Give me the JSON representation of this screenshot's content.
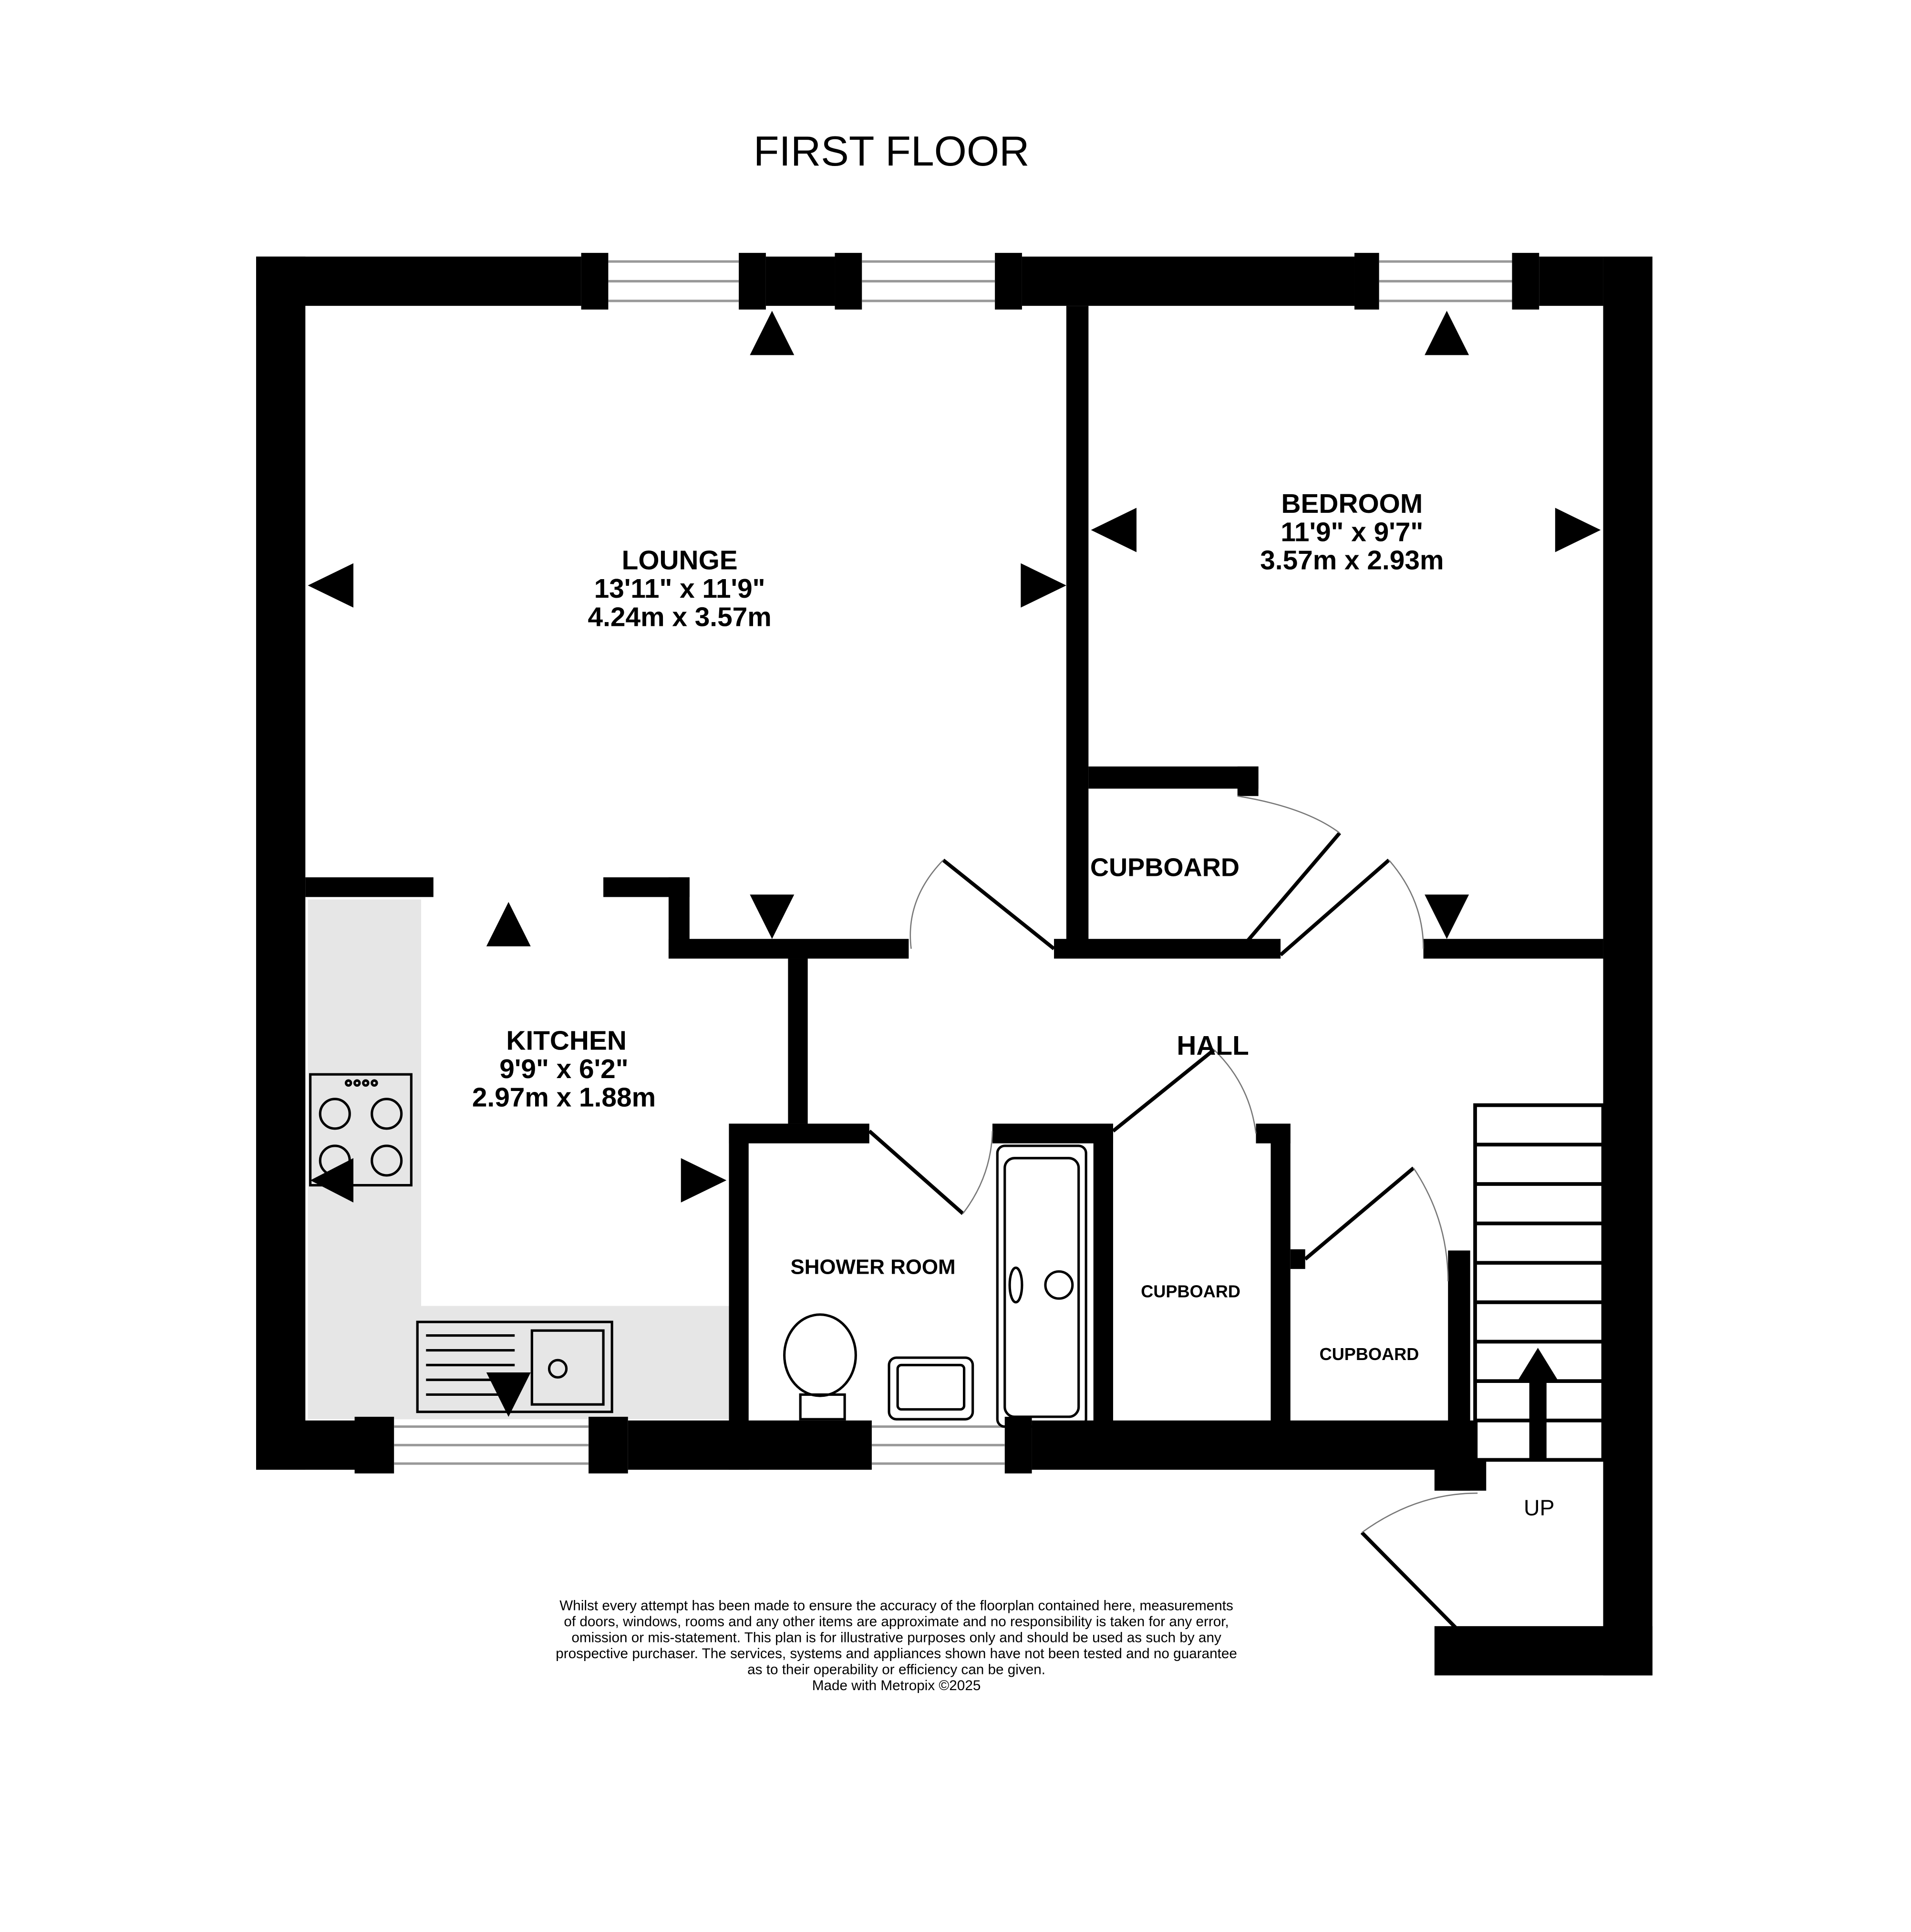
{
  "title": "FIRST FLOOR",
  "rooms": {
    "lounge": {
      "name": "LOUNGE",
      "imperial": "13'11\"  x 11'9\"",
      "metric": "4.24m  x 3.57m"
    },
    "bedroom": {
      "name": "BEDROOM",
      "imperial": "11'9\"  x 9'7\"",
      "metric": "3.57m  x 2.93m"
    },
    "kitchen": {
      "name": "KITCHEN",
      "imperial": "9'9\"  x 6'2\"",
      "metric": "2.97m  x 1.88m"
    },
    "hall": {
      "name": "HALL"
    },
    "shower": {
      "name": "SHOWER ROOM"
    },
    "cupboard1": {
      "name": "CUPBOARD"
    },
    "cupboard2": {
      "name": "CUPBOARD"
    },
    "cupboard3": {
      "name": "CUPBOARD"
    }
  },
  "stairs_label": "UP",
  "disclaimer": [
    "Whilst every attempt has been made to ensure the accuracy of the floorplan contained here, measurements",
    "of doors, windows, rooms and any other items are approximate and no responsibility is taken for any error,",
    "omission or mis-statement. This plan is for illustrative purposes only and should be used as such by any",
    "prospective purchaser. The services, systems and appliances shown have not been tested and no guarantee",
    "as to their operability or efficiency can be given.",
    "Made with Metropix ©2025"
  ]
}
